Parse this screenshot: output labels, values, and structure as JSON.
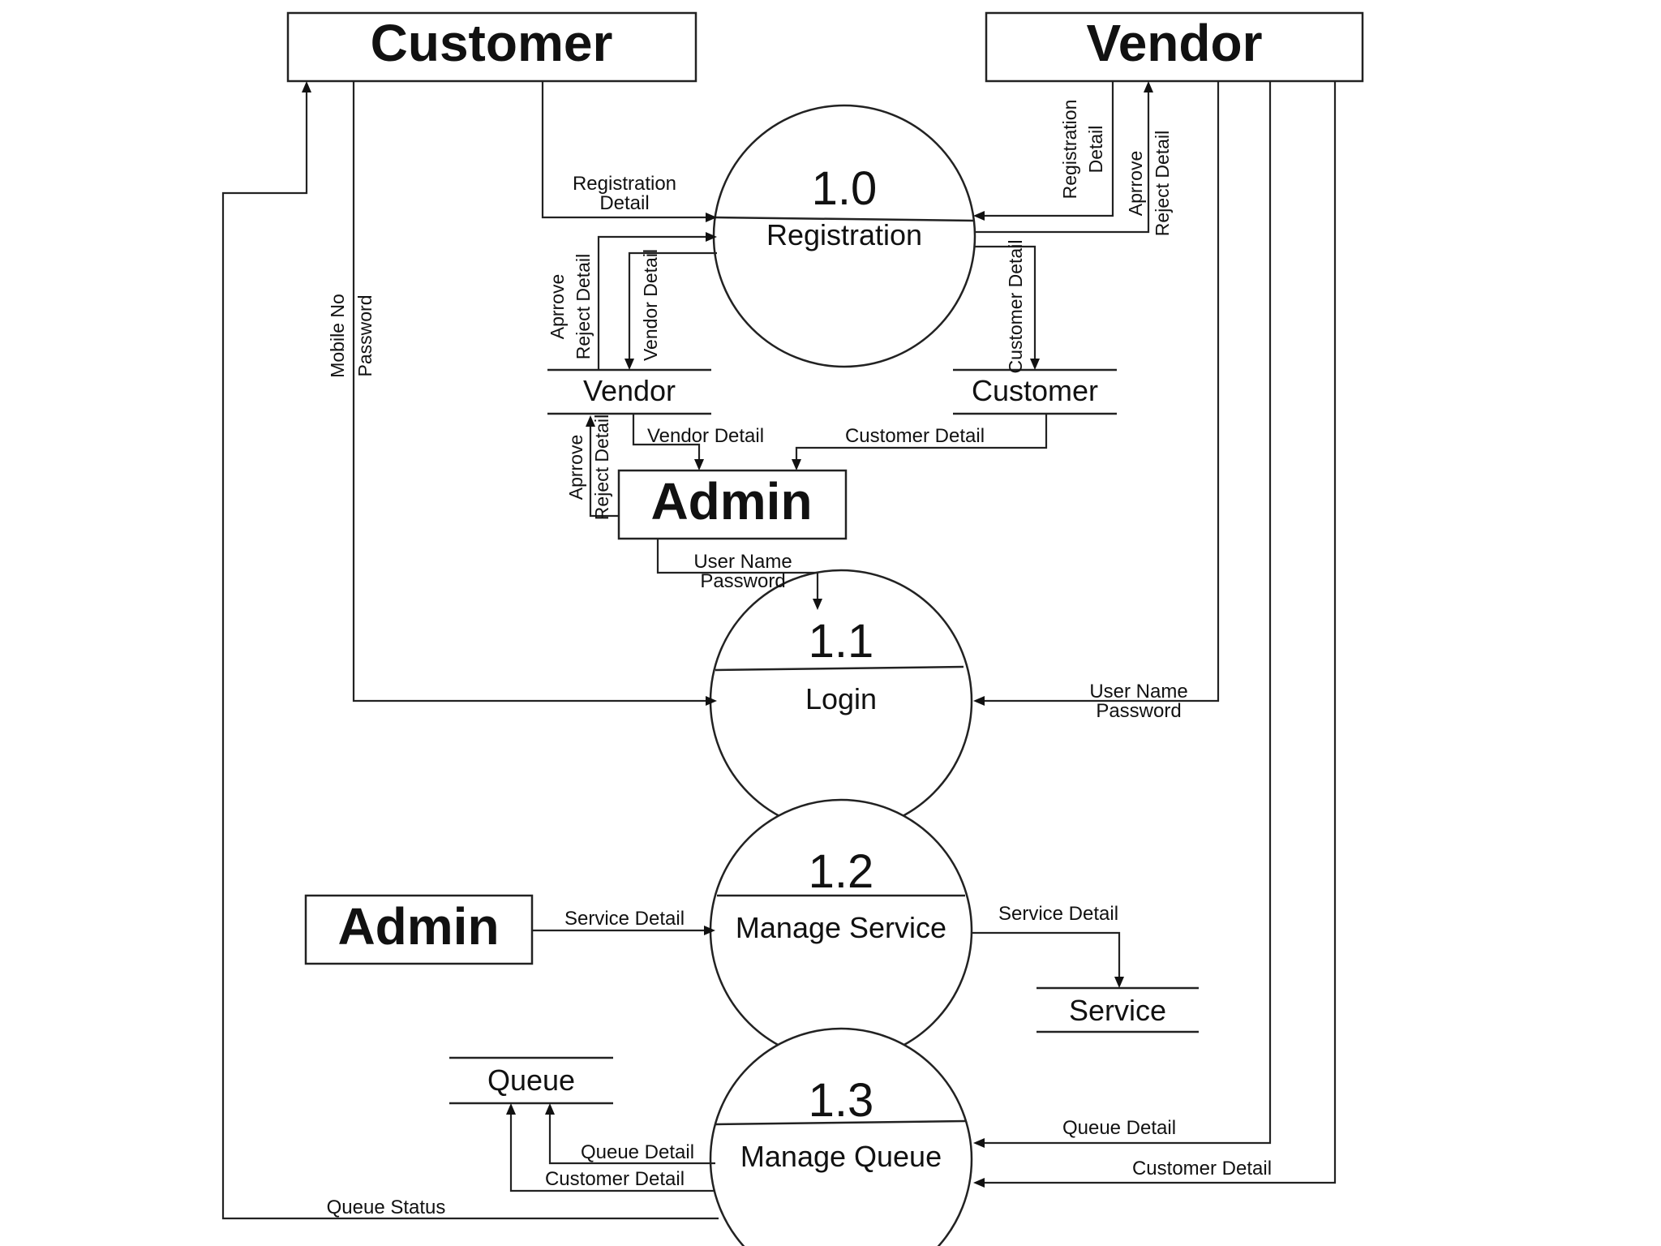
{
  "entities": {
    "customer_top": "Customer",
    "vendor_top": "Vendor",
    "admin_mid": "Admin",
    "admin_bottom": "Admin"
  },
  "processes": {
    "p10": {
      "number": "1.0",
      "name": "Registration"
    },
    "p11": {
      "number": "1.1",
      "name": "Login"
    },
    "p12": {
      "number": "1.2",
      "name": "Manage Service"
    },
    "p13": {
      "number": "1.3",
      "name": "Manage Queue"
    }
  },
  "stores": {
    "vendor": "Vendor",
    "customer": "Customer",
    "service": "Service",
    "queue": "Queue"
  },
  "flows": {
    "cust_reg_detail": [
      "Registration",
      "Detail"
    ],
    "vendor_reg_detail": [
      "Registration",
      "Detail"
    ],
    "vendor_approve": [
      "Aprrove",
      "Reject Detail"
    ],
    "store_vendor_approve": [
      "Aprrove",
      "Reject Detail"
    ],
    "vendor_detail_v": "Vendor Detail",
    "customer_detail_v": "Customer Detail",
    "cust_mobile": [
      "Mobile No",
      "Password"
    ],
    "vendor_detail_h": "Vendor Detail",
    "customer_detail_h": "Customer Detail",
    "admin_approve": [
      "Aprrove",
      "Reject Detail"
    ],
    "admin_user": [
      "User Name",
      "Password"
    ],
    "vendor_user": [
      "User Name",
      "Password"
    ],
    "service_detail_in": "Service Detail",
    "service_detail_out": "Service Detail",
    "queue_detail_vendor": "Queue Detail",
    "customer_detail_vendor": "Customer Detail",
    "queue_detail_store": "Queue Detail",
    "customer_detail_store": "Customer Detail",
    "queue_status": "Queue Status"
  }
}
